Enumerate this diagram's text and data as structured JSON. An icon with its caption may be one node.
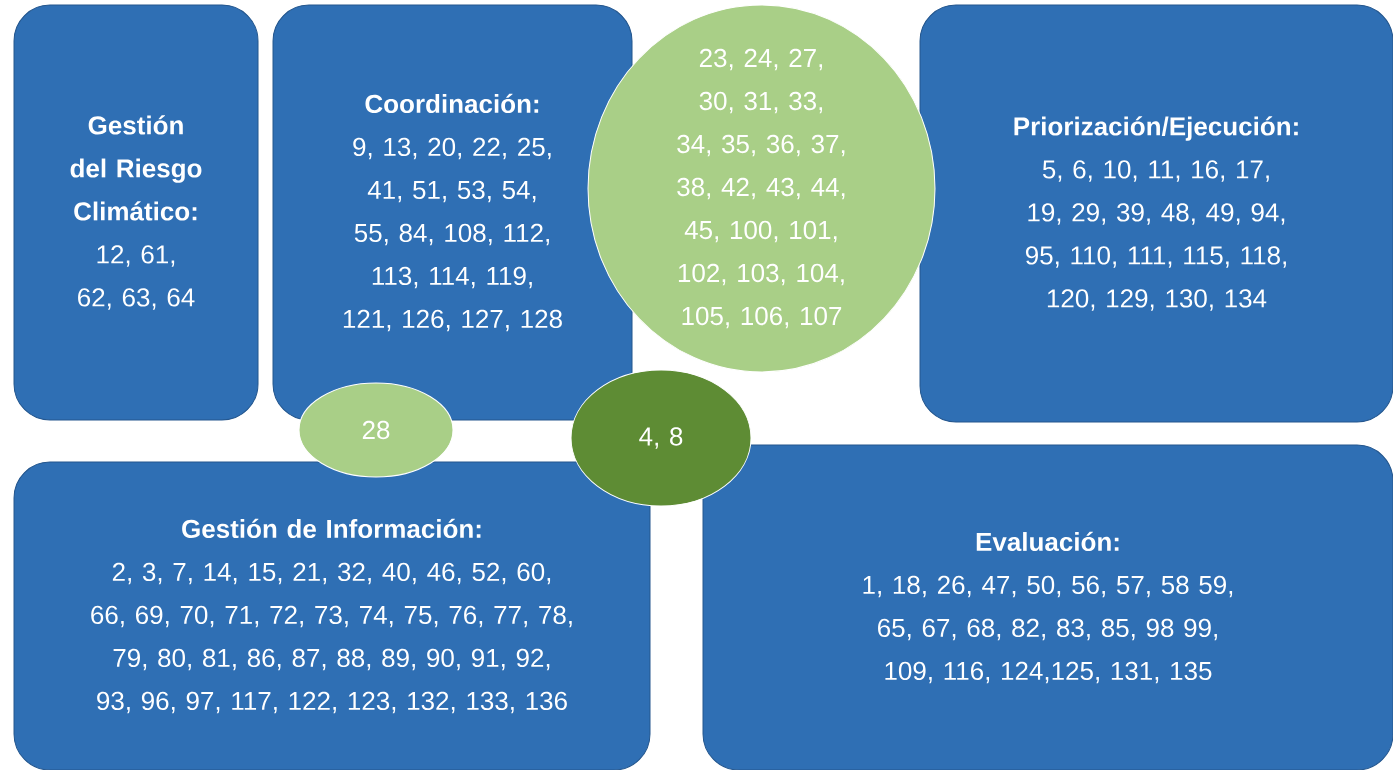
{
  "diagram": {
    "nodes": [
      {
        "text": [
          "Gestión del Riesgo Climático:",
          "12, 61, 62, 63, 64"
        ]
      },
      {
        "text": [
          "Coordinación:",
          "9, 13, 20, 22, 25, 41, 51, 53, 54, 55, 84, 108, 112, 113, 114, 119, 121, 126, 127, 128"
        ]
      },
      {
        "text": [
          "23, 24, 27, 30, 31, 33, 34, 35, 36, 37, 38, 42, 43, 44, 45, 100, 101, 102, 103, 104, 105, 106, 107"
        ]
      },
      {
        "text": [
          "Priorización/Ejecución:",
          "5, 6, 10, 11, 16, 17, 19, 29, 39, 48, 49, 94, 95, 110, 111, 115, 118, 120, 129, 130, 134"
        ]
      },
      {
        "text": [
          "28"
        ]
      },
      {
        "text": [
          "4, 8"
        ]
      },
      {
        "text": [
          "Gestión de Información:",
          "2, 3, 7, 14, 15, 21, 32, 40, 46, 52, 60, 66, 69, 70, 71, 72, 73, 74, 75, 76, 77, 78, 79, 80, 81, 86, 87, 88, 89, 90, 91, 92, 93, 96, 97, 117, 122, 123, 132, 133, 136"
        ]
      },
      {
        "text": [
          "Evaluación:",
          "1, 18, 26, 47, 50, 56, 57, 58 59, 65, 67, 68, 82, 83, 85, 98 99, 109, 116, 124,125, 131, 135"
        ]
      }
    ]
  }
}
